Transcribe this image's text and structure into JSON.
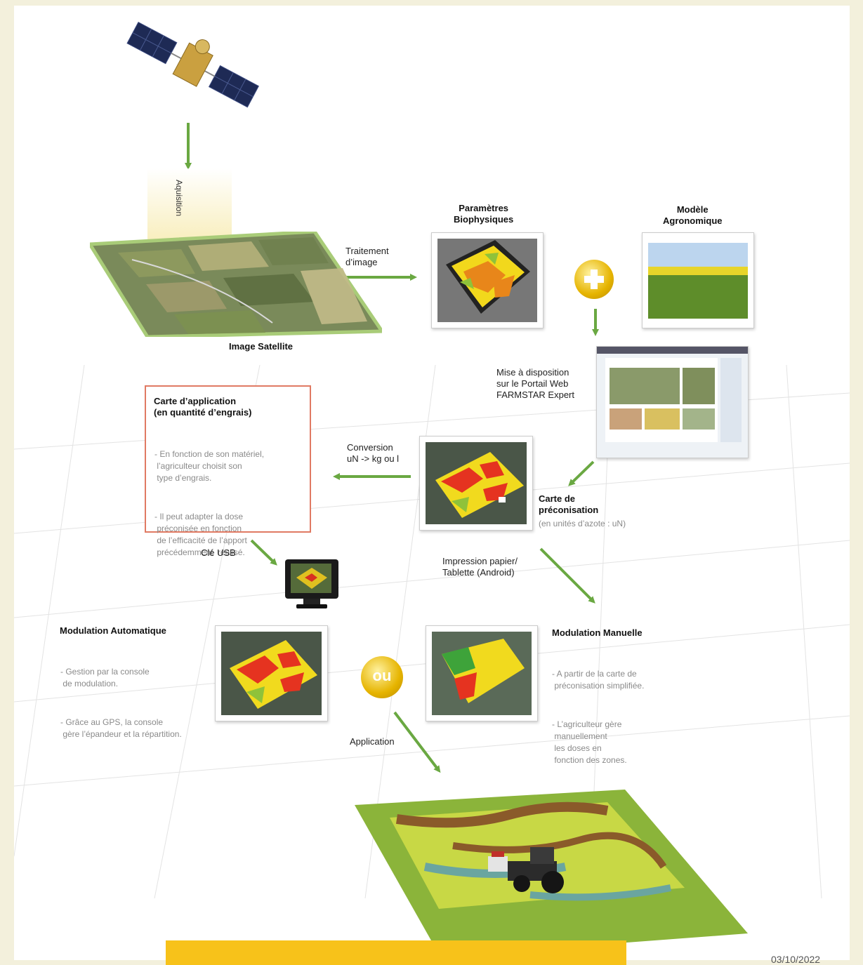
{
  "labels": {
    "acquisition": "Aquisition",
    "traitement": "Traitement\nd’image",
    "image_satellite": "Image Satellite",
    "parametres": "Paramètres\nBiophysiques",
    "modele": "Modèle\nAgronomique",
    "mise_a_disposition": "Mise à disposition\nsur le Portail Web\nFARMSTAR Expert",
    "carte_application_title": "Carte d’application\n(en quantité d’engrais)",
    "carte_application_bullets": [
      "- En fonction de son matériel,\n l’agriculteur choisit son\n type d’engrais.",
      "- Il peut adapter la dose\n préconisée en fonction\n de l’efficacité de l’apport\n précédemment  réalisé."
    ],
    "conversion": "Conversion\nuN -> kg ou l",
    "carte_preco_title": "Carte de\npréconisation",
    "carte_preco_sub": "(en unités d’azote : uN)",
    "cle_usb": "Clé USB",
    "impression": "Impression papier/\nTablette (Android)",
    "modulation_auto_title": "Modulation Automatique",
    "modulation_auto_bullets": [
      "- Gestion par la console\n de modulation.",
      "- Grâce au GPS, la console\n gère l’épandeur et la répartition."
    ],
    "modulation_manuelle_title": "Modulation Manuelle",
    "modulation_manuelle_bullets": [
      "- A partir de la carte de\n préconisation simplifiée.",
      "- L’agriculteur gère\n manuellement\n les doses en\n fonction des zones."
    ],
    "ou": "ou",
    "application": "Application",
    "date": "03/10/2022"
  },
  "colors": {
    "arrow": "#6aa842",
    "accent_yellow": "#f7c21a",
    "badge_gold": "#e0a800",
    "red_box": "#e07a63"
  }
}
